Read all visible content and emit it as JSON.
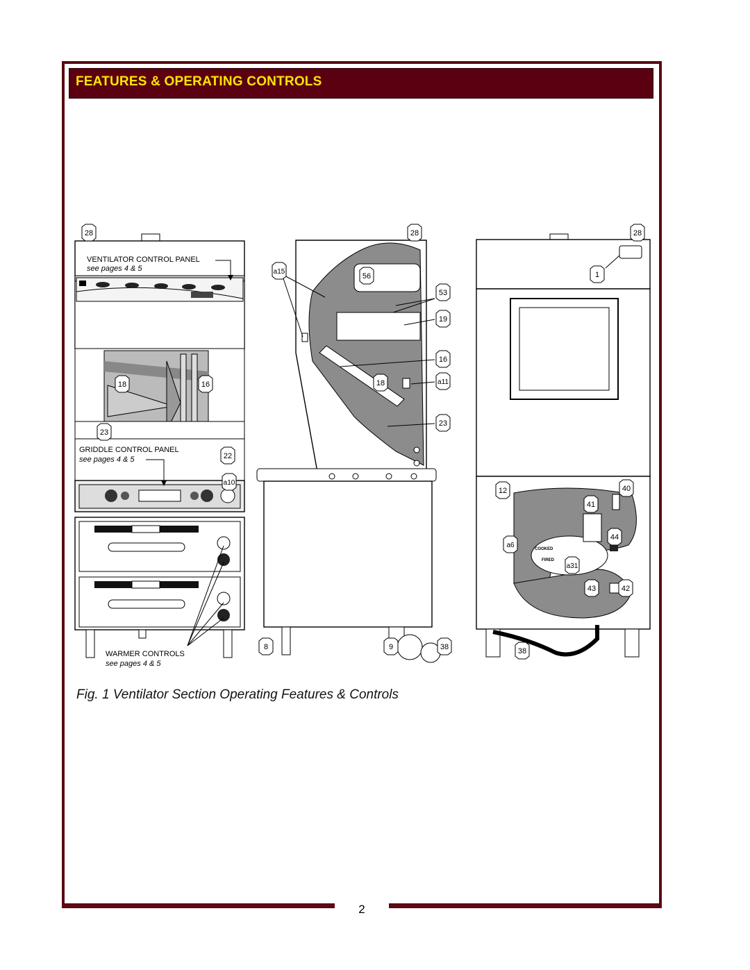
{
  "header": {
    "title": "FEATURES & OPERATING CONTROLS"
  },
  "figure": {
    "caption": "Fig. 1  Ventilator Section Operating Features & Controls",
    "left_view": {
      "vent_panel_label": "VENTILATOR CONTROL PANEL",
      "vent_panel_ref": "see pages 4 & 5",
      "griddle_panel_label": "GRIDDLE  CONTROL PANEL",
      "griddle_panel_ref": "see pages 4 & 5",
      "warmer_label": "WARMER CONTROLS",
      "warmer_ref": "see pages 4 & 5",
      "callouts": [
        "28",
        "18",
        "16",
        "23",
        "22",
        "a10"
      ]
    },
    "side_view": {
      "callouts": [
        "28",
        "a15",
        "56",
        "53",
        "19",
        "16",
        "18",
        "a11",
        "23",
        "8",
        "9",
        "38"
      ]
    },
    "rear_view": {
      "callouts": [
        "28",
        "1",
        "12",
        "40",
        "41",
        "a6",
        "44",
        "a31",
        "43",
        "42",
        "38"
      ],
      "relay_text_1": "COOKED",
      "relay_text_2": "FIRED"
    }
  },
  "footer": {
    "page_number": "2"
  }
}
